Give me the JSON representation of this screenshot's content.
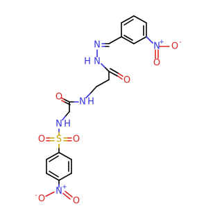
{
  "colors": {
    "carbon": "#000000",
    "nitrogen": "#3333dd",
    "oxygen": "#dd2222",
    "sulfur": "#c9a400",
    "background": "#ffffff"
  },
  "atoms": {
    "nitro_top": {
      "n": "N",
      "plus": "+",
      "o_right": "O",
      "o_right_minus": "-",
      "o_down": "O"
    },
    "hydrazone": {
      "n_imine": "N",
      "n_h": "N",
      "h": "H"
    },
    "amide1": {
      "o": "O"
    },
    "amide2": {
      "o": "O",
      "n": "N",
      "h": "H"
    },
    "sulfonamide": {
      "n": "N",
      "h": "H",
      "s": "S",
      "o_left": "O",
      "o_right": "O"
    },
    "nitro_bottom": {
      "n": "N",
      "plus": "+",
      "o_left": "O",
      "o_left_minus": "-",
      "o_right": "O"
    }
  }
}
